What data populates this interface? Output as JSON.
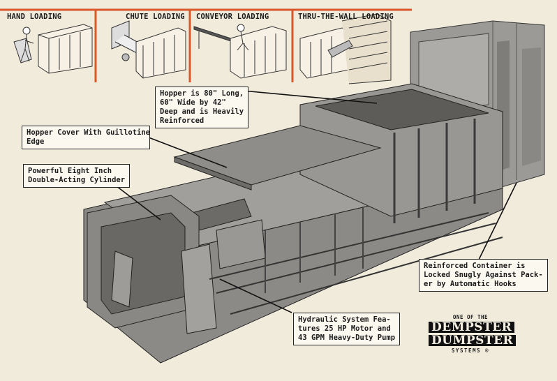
{
  "loading_methods": [
    {
      "label": "HAND LOADING"
    },
    {
      "label": "CHUTE LOADING"
    },
    {
      "label": "CONVEYOR LOADING"
    },
    {
      "label": "THRU-THE-WALL LOADING"
    }
  ],
  "callouts": {
    "hopper": [
      "Hopper is 80\" Long,",
      "60\" Wide by 42\"",
      "Deep and is Heavily",
      "Reinforced"
    ],
    "cover": [
      "Hopper Cover With Guillotine",
      "Edge"
    ],
    "cylinder": [
      "Powerful Eight Inch",
      "Double-Acting Cylinder"
    ],
    "container": [
      "Reinforced Container is",
      "Locked Snugly Against Pack-",
      "er by Automatic Hooks"
    ],
    "hydraulic": [
      "Hydraulic System Fea-",
      "tures 25 HP Motor and",
      "43 GPM Heavy-Duty Pump"
    ]
  },
  "badge": {
    "top": "ONE OF THE",
    "brand_line1": "DEMPSTER",
    "brand_line2": "DUMPSTER",
    "bottom": "SYSTEMS ®"
  },
  "colors": {
    "background": "#f1ebdc",
    "accent_orange": "#d9572b",
    "machine_gray": "#8c8a86"
  }
}
